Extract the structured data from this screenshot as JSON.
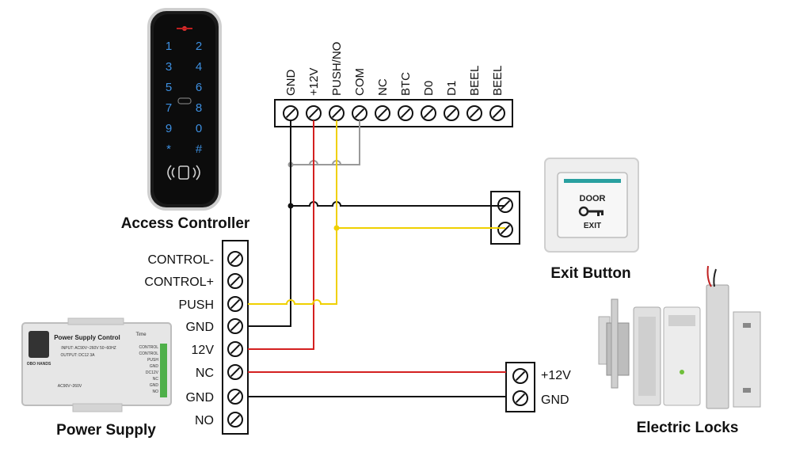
{
  "access_controller": {
    "title": "Access Controller",
    "keys": [
      "1",
      "2",
      "3",
      "4",
      "5",
      "6",
      "7",
      "8",
      "9",
      "0",
      "*",
      "#"
    ],
    "top_terminal_labels": [
      "GND",
      "+12V",
      "PUSH/NO",
      "COM",
      "NC",
      "BTC",
      "D0",
      "D1",
      "BEEL",
      "BEEL"
    ]
  },
  "exit_button": {
    "title": "Exit Button",
    "plate_line1": "DOOR",
    "plate_line2": "EXIT"
  },
  "power_supply": {
    "title": "Power Supply",
    "label_title": "Power Supply Control",
    "label_input": "INPUT: AC90V~260V 50~60HZ",
    "label_output": "OUTPUT: DC12 3A",
    "brand": "OBO HANDS",
    "time": "Time",
    "terminal_labels": [
      "CONTROL-",
      "CONTROL+",
      "PUSH",
      "GND",
      "12V",
      "NC",
      "GND",
      "NO"
    ],
    "small_terminal_labels": [
      "CONTROL",
      "CONTROL",
      "PUSH",
      "GND",
      "DC12V",
      "NC",
      "GND",
      "NO"
    ],
    "voltage_note": "AC90V~260V"
  },
  "electric_locks": {
    "title": "Electric Locks",
    "terminal_labels": [
      "+12V",
      "GND"
    ]
  },
  "colors": {
    "black_wire": "#111111",
    "red_wire": "#d42020",
    "yellow_wire": "#f0d000",
    "gray_wire": "#9a9a9a"
  }
}
